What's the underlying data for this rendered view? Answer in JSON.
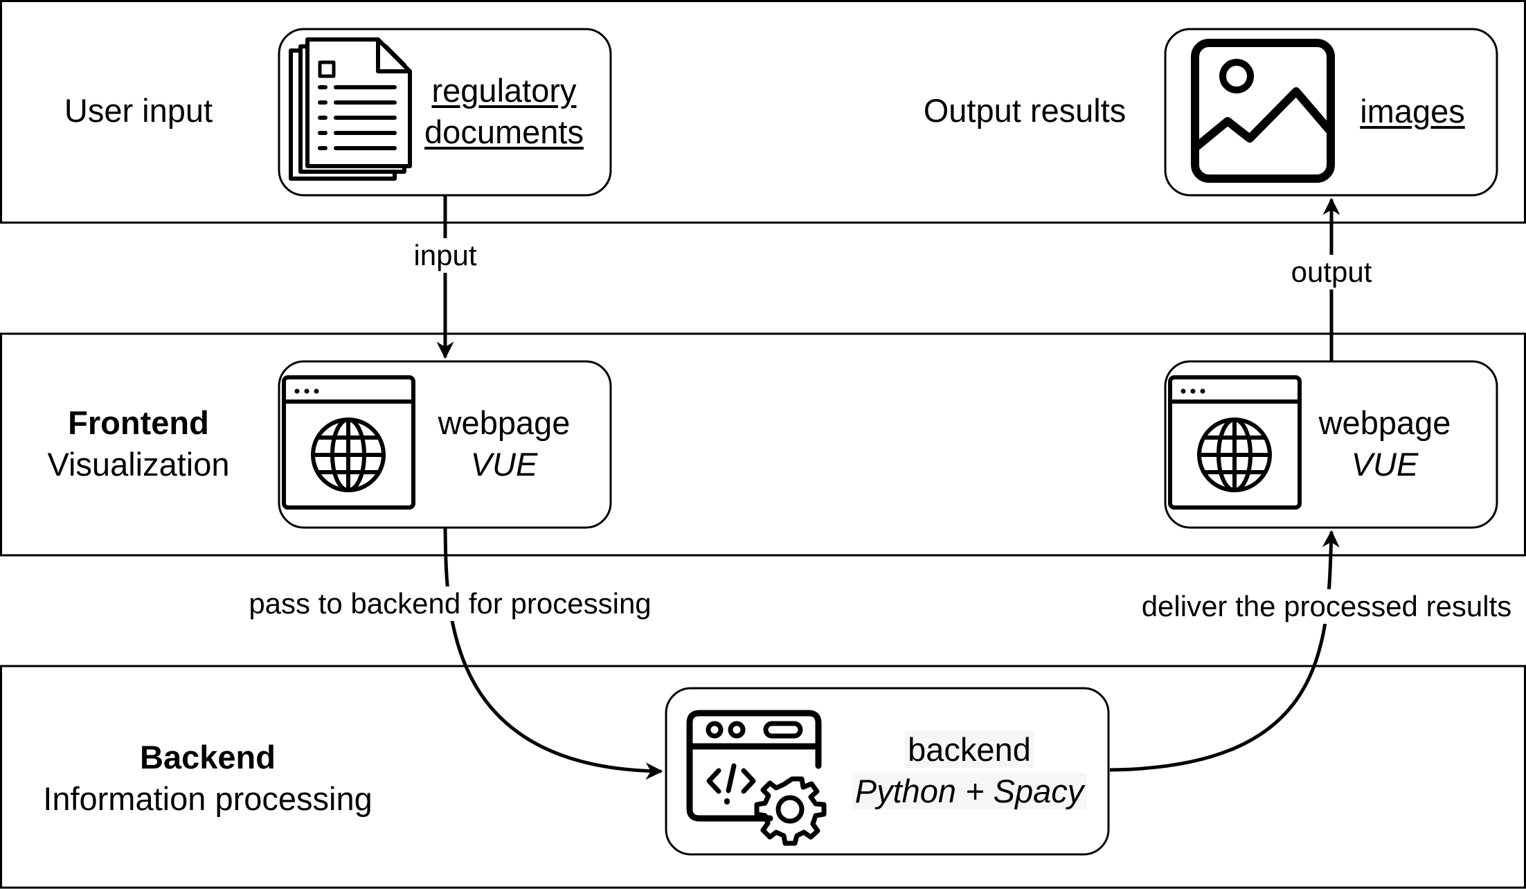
{
  "lanes": {
    "user": {
      "label": "User input"
    },
    "output": {
      "label": "Output results"
    },
    "frontend": {
      "title": "Frontend",
      "subtitle": "Visualization"
    },
    "backend": {
      "title": "Backend",
      "subtitle": "Information processing"
    }
  },
  "nodes": {
    "documents": {
      "line1": "regulatory",
      "line2": "documents",
      "icon": "document-icon"
    },
    "images": {
      "label": "images",
      "icon": "image-icon"
    },
    "webpage_left": {
      "line1": "webpage",
      "line2": "VUE",
      "icon": "browser-globe-icon"
    },
    "webpage_right": {
      "line1": "webpage",
      "line2": "VUE",
      "icon": "browser-globe-icon"
    },
    "backend": {
      "line1": "backend",
      "line2": "Python + Spacy",
      "icon": "code-settings-icon"
    }
  },
  "edges": {
    "input": "input",
    "output": "output",
    "to_backend": "pass to backend for processing",
    "deliver": "deliver the processed results"
  }
}
